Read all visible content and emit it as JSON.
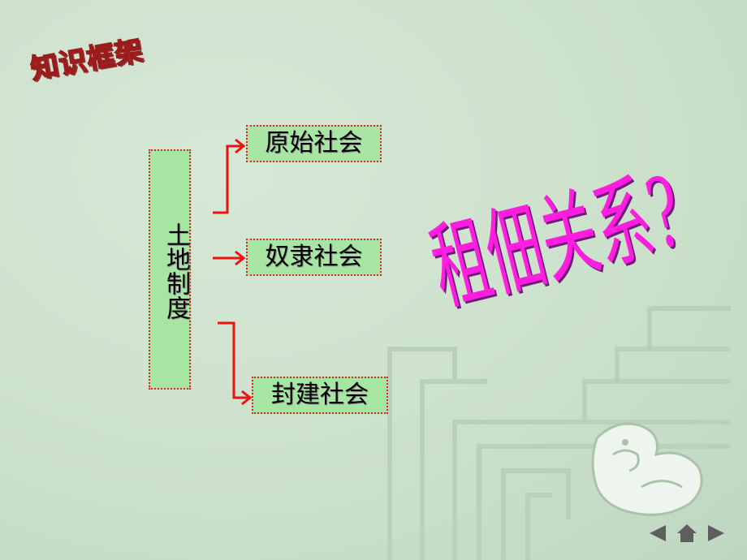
{
  "slide": {
    "heading": "知识框架",
    "root": "土地制度",
    "branches": [
      {
        "label": "原始社会"
      },
      {
        "label": "奴隶社会"
      },
      {
        "label": "封建社会"
      }
    ],
    "question": "租佃关系?",
    "colors": {
      "background": "#cfe3cf",
      "box_fill": "#a6e6a2",
      "box_border": "#dd2233",
      "connector": "#ee1111",
      "question_text": "#ff1ee0"
    }
  },
  "nav": {
    "prev_icon": "triangle-left-icon",
    "home_icon": "home-icon",
    "next_icon": "triangle-right-icon"
  }
}
